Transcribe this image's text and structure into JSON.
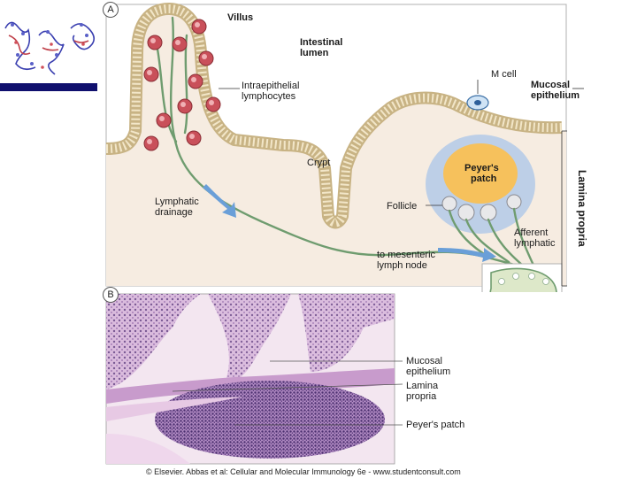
{
  "panel_a": {
    "letter": "A",
    "labels": {
      "villus": "Villus",
      "intestinal_lumen_1": "Intestinal",
      "intestinal_lumen_2": "lumen",
      "m_cell": "M cell",
      "mucosal_epithelium_1": "Mucosal",
      "mucosal_epithelium_2": "epithelium",
      "intraepithelial_1": "Intraepithelial",
      "intraepithelial_2": "lymphocytes",
      "crypt": "Crypt",
      "peyers_patch_1": "Peyer's",
      "peyers_patch_2": "patch",
      "lamina_propria": "Lamina propria",
      "lymphatic_drainage_1": "Lymphatic",
      "lymphatic_drainage_2": "drainage",
      "follicle": "Follicle",
      "afferent_lymphatic_1": "Afferent",
      "afferent_lymphatic_2": "lymphatic",
      "mesenteric_1": "to mesenteric",
      "mesenteric_2": "lymph node"
    }
  },
  "panel_b": {
    "letter": "B",
    "labels": {
      "mucosal_epithelium_1": "Mucosal",
      "mucosal_epithelium_2": "epithelium",
      "lamina_propria_1": "Lamina",
      "lamina_propria_2": "propria",
      "peyers_patch": "Peyer's patch"
    }
  },
  "credit": "© Elsevier. Abbas et al: Cellular and Molecular Immunology 6e - www.studentconsult.com",
  "colors": {
    "navbar": "#10106e",
    "tissue": "#f6ece1",
    "epithelium": "#ecdcb8",
    "lymphatic": "#7aa47a",
    "lymphocyte": "#c9505a",
    "peyers_core": "#f6c15c",
    "peyers_halo": "#a9c6e8",
    "arrow": "#6a9fd8",
    "histology": "#c9a0cf"
  }
}
